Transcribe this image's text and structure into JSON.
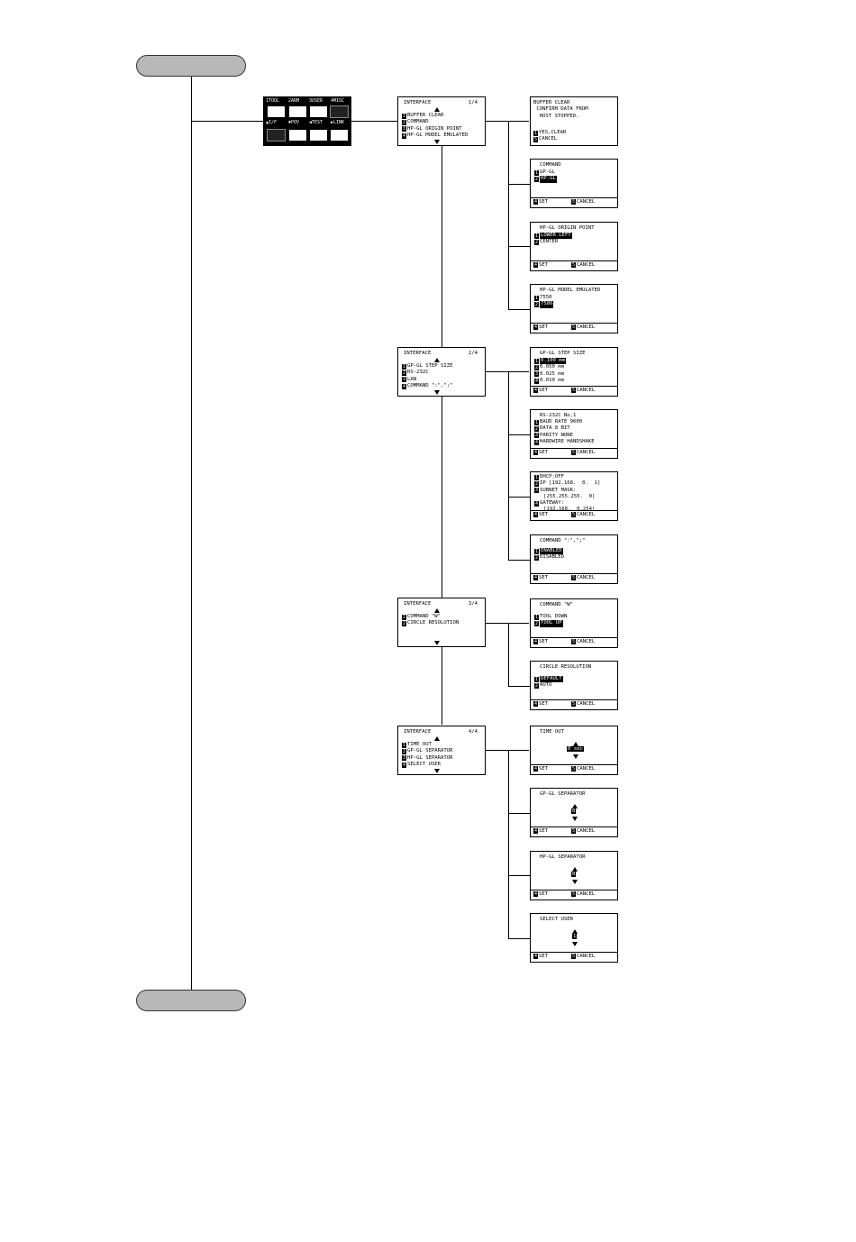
{
  "menu": {
    "tabs_top": [
      "1TOOL",
      "2ARM",
      "3USER",
      "4MISC"
    ],
    "tabs_bottom": [
      "▲I/F",
      "▼POV",
      "◀TEST",
      "▶LINK"
    ]
  },
  "pages": [
    {
      "title": "INTERFACE",
      "page": "1/4",
      "items": [
        "BUFFER CLEAR",
        "COMMAND",
        "HP-GL ORIGIN POINT",
        "HP-GL MODEL EMULATED"
      ]
    },
    {
      "title": "INTERFACE",
      "page": "2/4",
      "items": [
        "GP-GL STEP SIZE",
        "RS-232C",
        "LAN",
        "COMMAND \":\",\";\""
      ]
    },
    {
      "title": "INTERFACE",
      "page": "3/4",
      "items": [
        "COMMAND \"W\"",
        "CIRCLE RESOLUTION"
      ]
    },
    {
      "title": "INTERFACE",
      "page": "4/4",
      "items": [
        "TIME OUT",
        "GP-GL SEPARATOR",
        "HP-GL SEPARATOR",
        "SELECT USER"
      ]
    }
  ],
  "buffer_clear": {
    "lines": [
      "BUFFER CLEAR",
      " CONFIRM DATA FROM",
      "  HOST STOPPED."
    ],
    "options": [
      "YES,CLEAR",
      "CANCEL"
    ]
  },
  "footer": {
    "set": "SET",
    "cancel": "CANCEL"
  },
  "sub": {
    "command": {
      "title": "COMMAND",
      "options": [
        "GP-GL",
        "HP-GL"
      ]
    },
    "origin": {
      "title": "HP-GL ORIGIN POINT",
      "options": [
        "LOWER LEFT",
        "CENTER"
      ]
    },
    "model": {
      "title": "HP-GL MODEL EMULATED",
      "options": [
        "7550",
        "7586"
      ]
    },
    "step": {
      "title": "GP-GL STEP SIZE",
      "options": [
        "0.100 mm",
        "0.050 mm",
        "0.025 mm",
        "0.010 mm"
      ]
    },
    "rs232": {
      "title": "RS-232C No.1",
      "options": [
        "BAUD RATE 9600",
        "DATA 8 BIT",
        "PARITY NONE",
        "HARDWIRE HANDSHAKE"
      ]
    },
    "lan": {
      "lines": [
        "DHCP:OFF",
        "IP [192.168.  0.  1]",
        "SUBNET MASK:",
        "   [255.255.255.  0]",
        "GATEWAY:",
        "   [192.168.  0.254]"
      ]
    },
    "colon": {
      "title": "COMMAND \":\",\";\"",
      "options": [
        "ENABLED",
        "DISABLED"
      ]
    },
    "w": {
      "title": "COMMAND \"W\"",
      "options": [
        "TOOL DOWN",
        "TOOL UP"
      ]
    },
    "circle": {
      "title": "CIRCLE RESOLUTION",
      "options": [
        "DEFAULT",
        "AUTO"
      ]
    },
    "timeout": {
      "title": "TIME OUT",
      "value": "0 sec"
    },
    "gpsep": {
      "title": "GP-GL SEPARATOR",
      "value": "0"
    },
    "hpsep": {
      "title": "HP-GL SEPARATOR",
      "value": "0"
    },
    "user": {
      "title": "SELECT USER",
      "value": "1"
    }
  }
}
